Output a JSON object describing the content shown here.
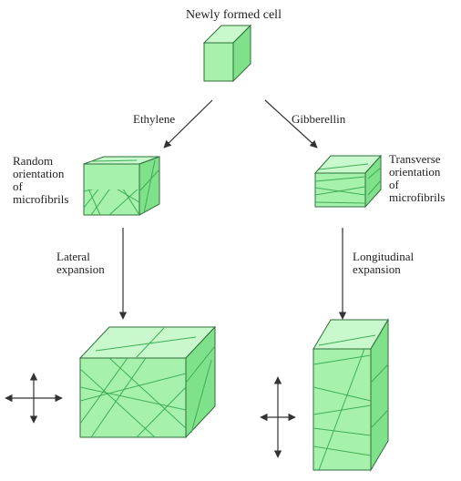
{
  "title": "Newly formed cell",
  "branches": {
    "left": {
      "hormone": "Ethylene",
      "orientation_lines": [
        "Random",
        "orientation",
        "of",
        "microfibrils"
      ],
      "expansion_lines": [
        "Lateral",
        "expansion"
      ]
    },
    "right": {
      "hormone": "Gibberellin",
      "orientation_lines": [
        "Transverse",
        "orientation",
        "of",
        "microfibrils"
      ],
      "expansion_lines": [
        "Longitudinal",
        "expansion"
      ]
    }
  },
  "colors": {
    "cell_front": "#a6f2ad",
    "cell_top": "#c9f8cd",
    "cell_side": "#7fe18a",
    "cell_edge": "#2f6e3a",
    "microfibril": "#3fae55",
    "arrow": "#333333"
  }
}
